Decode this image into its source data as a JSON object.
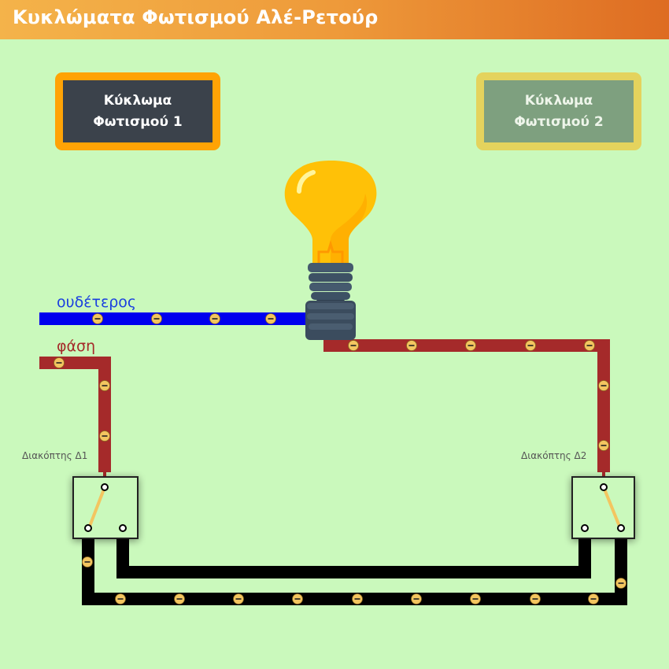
{
  "window": {
    "title": "Κυκλώματα Φωτισμού Αλέ-Ρετούρ"
  },
  "buttons": {
    "circuit1": "Κύκλωμα\nΦωτισμού 1",
    "circuit2": "Κύκλωμα\nΦωτισμού 2"
  },
  "labels": {
    "neutral": "ουδέτερος",
    "phase": "φάση",
    "switch1": "Διακόπτης Δ1",
    "switch2": "Διακόπτης Δ2"
  },
  "colors": {
    "neutral_wire": "#0000ee",
    "phase_wire": "#a52a2a",
    "traveler_wire": "#000000",
    "active_button_border": "#ffa305",
    "inactive_button_border": "#e4d35d",
    "bulb": "#ffc107",
    "electron": "#f3c560"
  },
  "icons": {
    "bulb": "light-bulb-icon",
    "electron": "electron-minus-icon"
  }
}
